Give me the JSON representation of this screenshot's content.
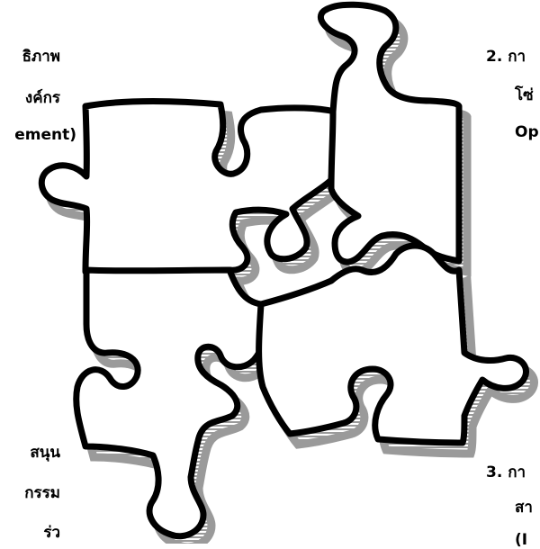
{
  "labels": {
    "top_left": [
      "ธิภาพ",
      "งค์กร",
      "ement)"
    ],
    "top_right": [
      "2.  กา",
      "โซ่",
      "Op"
    ],
    "bottom_left": [
      "สนุน",
      "กรรม",
      "ร่ว"
    ],
    "bottom_right": [
      "3.  กา",
      "สา",
      "(I"
    ]
  },
  "colors": {
    "outline": "#000000",
    "shadow_hatch": "#9a9a9a",
    "background": "#ffffff"
  },
  "pieces": [
    "top-left-piece",
    "top-right-piece",
    "bottom-left-piece",
    "bottom-right-piece"
  ]
}
